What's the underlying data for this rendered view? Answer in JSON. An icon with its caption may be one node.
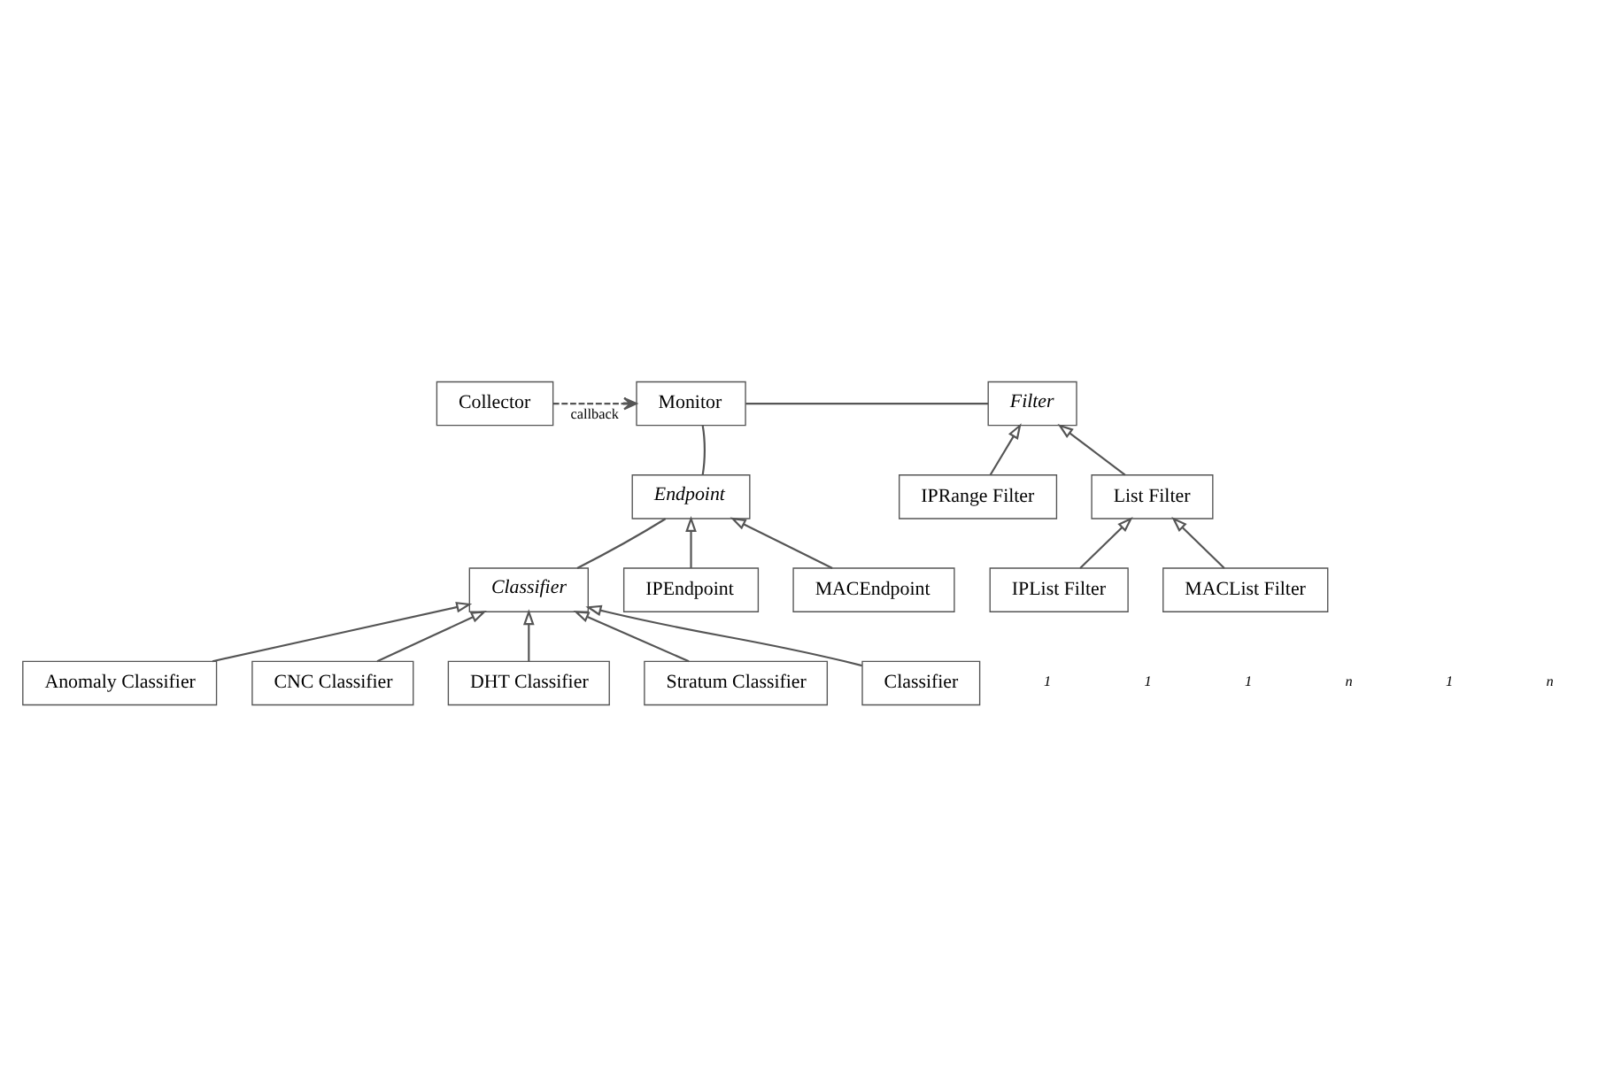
{
  "diagram": {
    "nodes": [
      {
        "text": [
          "Collector"
        ]
      },
      {
        "text": [
          "Monitor"
        ]
      },
      {
        "text": [
          "Filter"
        ]
      },
      {
        "text": [
          "IPRange Filter"
        ]
      },
      {
        "text": [
          "List Filter"
        ]
      },
      {
        "text": [
          "IPList Filter"
        ]
      },
      {
        "text": [
          "MACList Filter"
        ]
      },
      {
        "text": [
          "Endpoint"
        ]
      },
      {
        "text": [
          "IPEndpoint"
        ]
      },
      {
        "text": [
          "MACEndpoint"
        ]
      },
      {
        "text": [
          "Classifier"
        ]
      },
      {
        "text": [
          "Anomaly Classifier"
        ]
      },
      {
        "text": [
          "CNC Classifier"
        ]
      },
      {
        "text": [
          "DHT Classifier"
        ]
      },
      {
        "text": [
          "Stratum Classifier"
        ]
      },
      {
        "text": [
          "Classifier"
        ]
      }
    ],
    "edges": [
      {
        "from": 0,
        "to": 1,
        "arrow": "to",
        "label": "callback",
        "style": "dashed"
      },
      {
        "from": 1,
        "to": 2,
        "arrow": "none"
      },
      {
        "from": 3,
        "to": 2,
        "arrow": "to"
      },
      {
        "from": 4,
        "to": 2,
        "arrow": "to"
      },
      {
        "from": 5,
        "to": 4,
        "arrow": "to"
      },
      {
        "from": 6,
        "to": 4,
        "arrow": "to"
      },
      {
        "from": 1,
        "to": 7,
        "arrow": "none"
      },
      {
        "from": 8,
        "to": 7,
        "arrow": "to"
      },
      {
        "from": 9,
        "to": 7,
        "arrow": "to"
      },
      {
        "from": 7,
        "to": 10,
        "arrow": "none"
      },
      {
        "from": 11,
        "to": 10,
        "arrow": "to"
      },
      {
        "from": 12,
        "to": 10,
        "arrow": "to"
      },
      {
        "from": 13,
        "to": 10,
        "arrow": "to"
      },
      {
        "from": 14,
        "to": 10,
        "arrow": "to"
      },
      {
        "from": 15,
        "to": 10,
        "arrow": "to"
      }
    ],
    "labels": [
      "1",
      "1",
      "1",
      "n",
      "1",
      "n"
    ]
  }
}
